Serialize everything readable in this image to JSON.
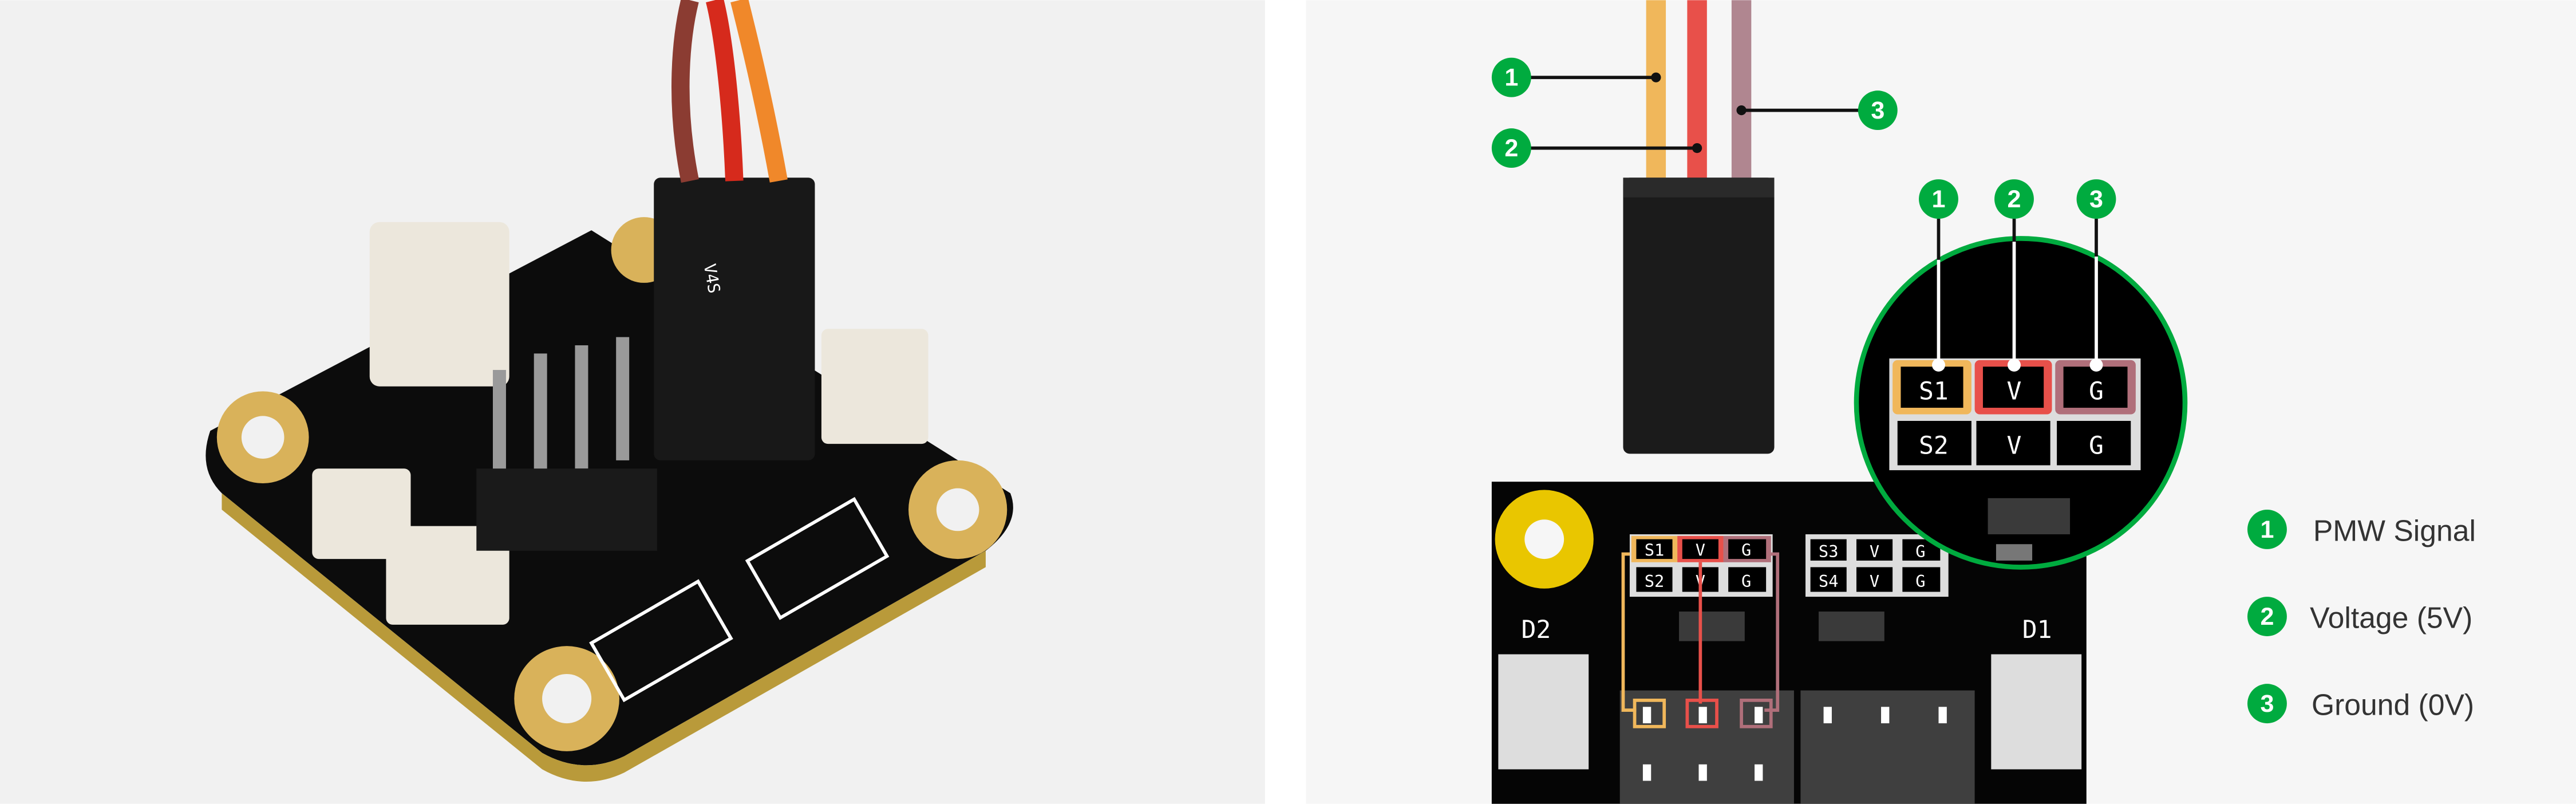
{
  "colors": {
    "background": "#f6f6f6",
    "green": "#00ab3f",
    "signal": "#f0b75b",
    "voltage": "#e8504a",
    "ground": "#b06f7a",
    "board": "#050505",
    "gold": "#e9c600"
  },
  "callouts": [
    "1",
    "2",
    "3"
  ],
  "pin_table": {
    "row1": [
      "S1",
      "V",
      "G"
    ],
    "row2": [
      "S2",
      "V",
      "G"
    ]
  },
  "board_labels": {
    "table_a_row1": [
      "S1",
      "V",
      "G"
    ],
    "table_a_row2": [
      "S2",
      "V",
      "G"
    ],
    "table_b_row1": [
      "S3",
      "V",
      "G"
    ],
    "table_b_row2": [
      "S4",
      "V",
      "G"
    ],
    "left_port": "D2",
    "right_port": "D1"
  },
  "legend": [
    {
      "number": "1",
      "label": "PMW Signal"
    },
    {
      "number": "2",
      "label": "Voltage (5V)"
    },
    {
      "number": "3",
      "label": "Ground (0V)"
    }
  ],
  "photo_silk": {
    "connector_text": "V4S"
  }
}
